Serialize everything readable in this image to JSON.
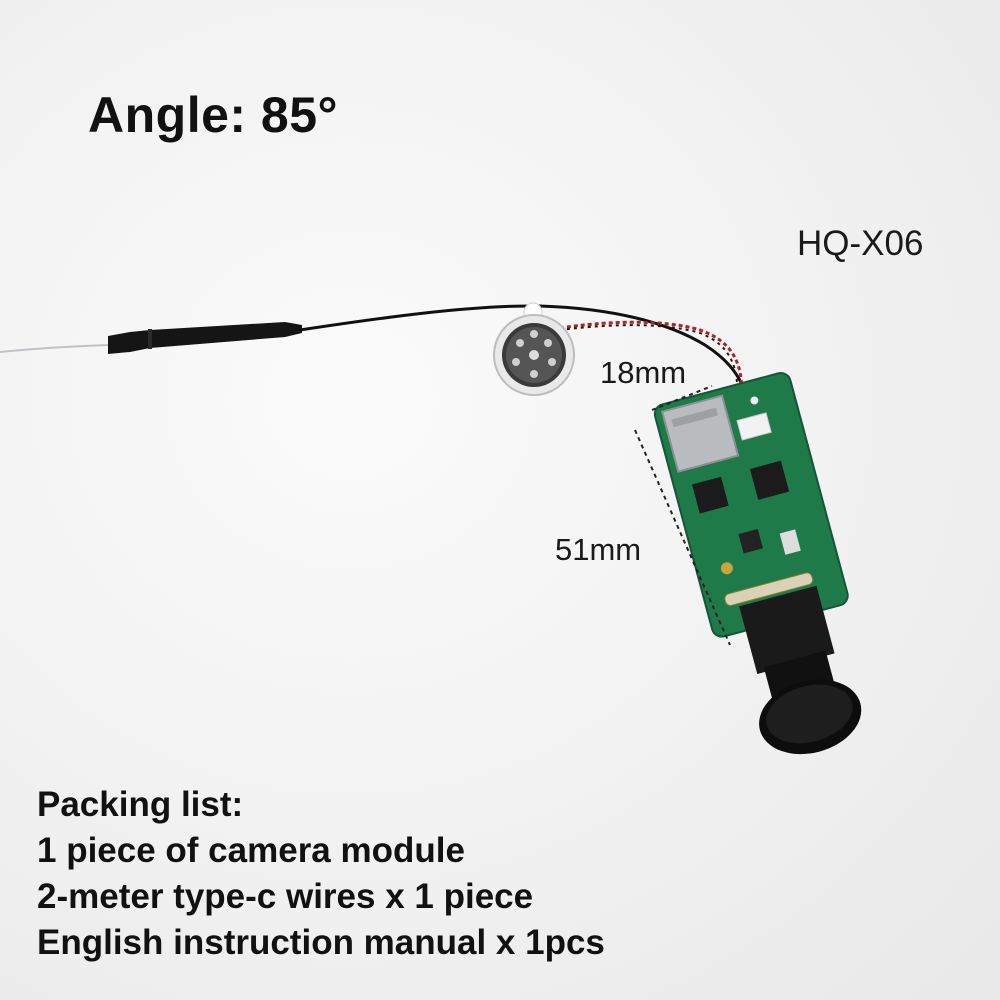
{
  "angle_label": "Angle: 85°",
  "model_label": "HQ-X06",
  "dimensions": {
    "width": "18mm",
    "length": "51mm"
  },
  "packing": {
    "title": "Packing list:",
    "items": [
      "1 piece of camera module",
      "2-meter type-c wires x 1 piece",
      "English instruction manual x 1pcs"
    ]
  },
  "colors": {
    "background": "#f4f4f4",
    "pcb_green": "#1f7a4a",
    "text": "#111111"
  }
}
